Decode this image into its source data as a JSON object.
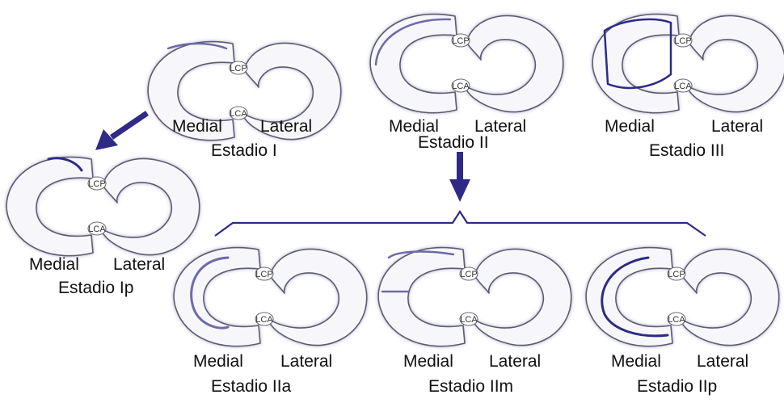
{
  "colors": {
    "accent": "#2e2a86",
    "outline": "#5b5b6e",
    "meniscus_fill": "#f7f7fb",
    "tear": "#6e6aa8"
  },
  "ligaments": {
    "lcp": "LCP",
    "lca": "LCA"
  },
  "diagrams": [
    {
      "id": "i",
      "medial": "Medial",
      "lateral": "Lateral",
      "stage": "Estadio I"
    },
    {
      "id": "ii",
      "medial": "Medial",
      "lateral": "Lateral",
      "stage": "Estadio II"
    },
    {
      "id": "iii",
      "medial": "Medial",
      "lateral": "Lateral",
      "stage": "Estadio III"
    },
    {
      "id": "ip",
      "medial": "Medial",
      "lateral": "Lateral",
      "stage": "Estadio Ip"
    },
    {
      "id": "iia",
      "medial": "Medial",
      "lateral": "Lateral",
      "stage": "Estadio IIa"
    },
    {
      "id": "iim",
      "medial": "Medial",
      "lateral": "Lateral",
      "stage": "Estadio IIm"
    },
    {
      "id": "iip",
      "medial": "Medial",
      "lateral": "Lateral",
      "stage": "Estadio IIp"
    }
  ]
}
